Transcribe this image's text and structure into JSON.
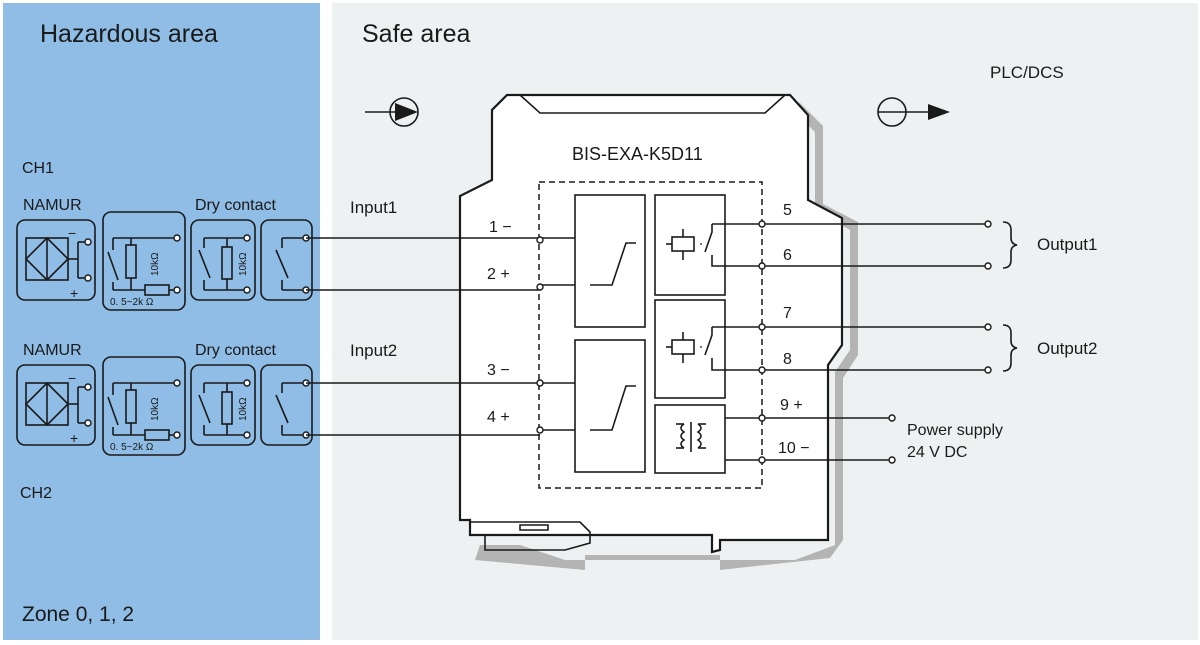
{
  "colors": {
    "hazardous_bg": "#8fbde5",
    "safe_bg": "#eef1f2",
    "line": "#1a1a1a",
    "shadow": "#b4b4b4"
  },
  "areas": {
    "hazardous_title": "Hazardous area",
    "safe_title": "Safe area",
    "zone": "Zone  0, 1, 2"
  },
  "channels": {
    "ch1": "CH1",
    "ch2": "CH2"
  },
  "sensors": {
    "namur": "NAMUR",
    "dry_contact": "Dry contact",
    "resistor_10k": "10kΩ",
    "resistor_range": "0. 5~2k Ω",
    "minus": "−",
    "plus": "+"
  },
  "device": {
    "model": "BIS-EXA-K5D11",
    "plc": "PLC/DCS"
  },
  "inputs": {
    "input1": "Input1",
    "input2": "Input2"
  },
  "terminals": {
    "t1": "1 −",
    "t2": "2 +",
    "t3": "3 −",
    "t4": "4 +",
    "t5": "5",
    "t6": "6",
    "t7": "7",
    "t8": "8",
    "t9": "9 +",
    "t10": "10 −"
  },
  "outputs": {
    "output1": "Output1",
    "output2": "Output2",
    "power_line1": "Power supply",
    "power_line2": "24 V DC"
  }
}
